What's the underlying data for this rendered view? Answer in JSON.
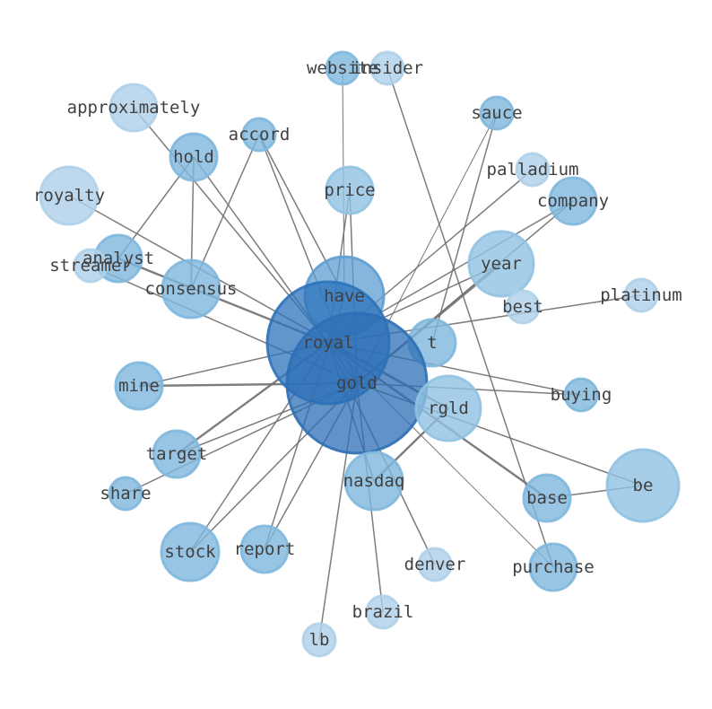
{
  "graph": {
    "nodes": [
      {
        "id": "website",
        "label": "website",
        "weight": 1,
        "color": "#7fb7dd"
      },
      {
        "id": "insider",
        "label": "insider",
        "weight": 1,
        "color": "#aed0e8"
      },
      {
        "id": "approximately",
        "label": "approximately",
        "weight": 2,
        "color": "#aed0e8"
      },
      {
        "id": "sauce",
        "label": "sauce",
        "weight": 1,
        "color": "#7fb7dd"
      },
      {
        "id": "accord",
        "label": "accord",
        "weight": 1,
        "color": "#7fb7dd"
      },
      {
        "id": "hold",
        "label": "hold",
        "weight": 2,
        "color": "#7fb7dd"
      },
      {
        "id": "palladium",
        "label": "palladium",
        "weight": 1,
        "color": "#aed0e8"
      },
      {
        "id": "royalty",
        "label": "royalty",
        "weight": 3,
        "color": "#aed0e8"
      },
      {
        "id": "price",
        "label": "price",
        "weight": 2,
        "color": "#91c2e2"
      },
      {
        "id": "company",
        "label": "company",
        "weight": 2,
        "color": "#7fb7dd"
      },
      {
        "id": "analyst",
        "label": "analyst",
        "weight": 2,
        "color": "#7fb7dd"
      },
      {
        "id": "streamer",
        "label": "streamer",
        "weight": 1,
        "color": "#aed0e8"
      },
      {
        "id": "year",
        "label": "year",
        "weight": 4,
        "color": "#91c2e2"
      },
      {
        "id": "consensus",
        "label": "consensus",
        "weight": 3,
        "color": "#7fb7dd"
      },
      {
        "id": "have",
        "label": "have",
        "weight": 6,
        "color": "#5d9ed1"
      },
      {
        "id": "platinum",
        "label": "platinum",
        "weight": 1,
        "color": "#aed0e8"
      },
      {
        "id": "best",
        "label": "best",
        "weight": 1,
        "color": "#aed0e8"
      },
      {
        "id": "royal",
        "label": "royal",
        "weight": 10,
        "color": "#2c73bb"
      },
      {
        "id": "t",
        "label": "t",
        "weight": 2,
        "color": "#7fb7dd"
      },
      {
        "id": "mine",
        "label": "mine",
        "weight": 2,
        "color": "#7fb7dd"
      },
      {
        "id": "gold",
        "label": "gold",
        "weight": 12,
        "color": "#2c6fb5"
      },
      {
        "id": "buying",
        "label": "buying",
        "weight": 1,
        "color": "#7fb7dd"
      },
      {
        "id": "rgld",
        "label": "rgld",
        "weight": 4,
        "color": "#91c2e2"
      },
      {
        "id": "be",
        "label": "be",
        "weight": 5,
        "color": "#91c2e2"
      },
      {
        "id": "target",
        "label": "target",
        "weight": 2,
        "color": "#7fb7dd"
      },
      {
        "id": "nasdaq",
        "label": "nasdaq",
        "weight": 3,
        "color": "#7fb7dd"
      },
      {
        "id": "share",
        "label": "share",
        "weight": 1,
        "color": "#7fb7dd"
      },
      {
        "id": "base",
        "label": "base",
        "weight": 2,
        "color": "#7fb7dd"
      },
      {
        "id": "stock",
        "label": "stock",
        "weight": 3,
        "color": "#7fb7dd"
      },
      {
        "id": "report",
        "label": "report",
        "weight": 2,
        "color": "#7fb7dd"
      },
      {
        "id": "denver",
        "label": "denver",
        "weight": 1,
        "color": "#aed0e8"
      },
      {
        "id": "purchase",
        "label": "purchase",
        "weight": 2,
        "color": "#7fb7dd"
      },
      {
        "id": "brazil",
        "label": "brazil",
        "weight": 1,
        "color": "#aed0e8"
      },
      {
        "id": "lb",
        "label": "lb",
        "weight": 1,
        "color": "#aed0e8"
      }
    ],
    "edges": [
      {
        "source": "approximately",
        "target": "royal",
        "weight": 1
      },
      {
        "source": "royalty",
        "target": "rgld",
        "weight": 1
      },
      {
        "source": "hold",
        "target": "consensus",
        "weight": 1
      },
      {
        "source": "hold",
        "target": "analyst",
        "weight": 1
      },
      {
        "source": "hold",
        "target": "gold",
        "weight": 1
      },
      {
        "source": "accord",
        "target": "gold",
        "weight": 1
      },
      {
        "source": "accord",
        "target": "have",
        "weight": 1
      },
      {
        "source": "website",
        "target": "have",
        "weight": 0.5
      },
      {
        "source": "insider",
        "target": "purchase",
        "weight": 1
      },
      {
        "source": "sauce",
        "target": "gold",
        "weight": 0.5
      },
      {
        "source": "sauce",
        "target": "t",
        "weight": 1
      },
      {
        "source": "palladium",
        "target": "royal",
        "weight": 1
      },
      {
        "source": "price",
        "target": "gold",
        "weight": 1
      },
      {
        "source": "price",
        "target": "royal",
        "weight": 1
      },
      {
        "source": "company",
        "target": "royal",
        "weight": 1
      },
      {
        "source": "company",
        "target": "gold",
        "weight": 1
      },
      {
        "source": "consensus",
        "target": "accord",
        "weight": 1
      },
      {
        "source": "year",
        "target": "gold",
        "weight": 2
      },
      {
        "source": "year",
        "target": "royal",
        "weight": 1
      },
      {
        "source": "analyst",
        "target": "royal",
        "weight": 2
      },
      {
        "source": "streamer",
        "target": "gold",
        "weight": 1
      },
      {
        "source": "platinum",
        "target": "royal",
        "weight": 1
      },
      {
        "source": "mine",
        "target": "royal",
        "weight": 1
      },
      {
        "source": "mine",
        "target": "gold",
        "weight": 2
      },
      {
        "source": "gold",
        "target": "buying",
        "weight": 1
      },
      {
        "source": "royal",
        "target": "buying",
        "weight": 1
      },
      {
        "source": "royal",
        "target": "rgld",
        "weight": 2
      },
      {
        "source": "gold",
        "target": "be",
        "weight": 1
      },
      {
        "source": "base",
        "target": "be",
        "weight": 1
      },
      {
        "source": "royal",
        "target": "base",
        "weight": 2
      },
      {
        "source": "rgld",
        "target": "nasdaq",
        "weight": 2
      },
      {
        "source": "royal",
        "target": "purchase",
        "weight": 0.5
      },
      {
        "source": "royal",
        "target": "target",
        "weight": 2
      },
      {
        "source": "gold",
        "target": "target",
        "weight": 1
      },
      {
        "source": "gold",
        "target": "share",
        "weight": 1
      },
      {
        "source": "royal",
        "target": "stock",
        "weight": 1
      },
      {
        "source": "gold",
        "target": "report",
        "weight": 1
      },
      {
        "source": "have",
        "target": "report",
        "weight": 1
      },
      {
        "source": "royal",
        "target": "denver",
        "weight": 1
      },
      {
        "source": "gold",
        "target": "brazil",
        "weight": 1
      },
      {
        "source": "gold",
        "target": "lb",
        "weight": 1
      },
      {
        "source": "royal",
        "target": "nasdaq",
        "weight": 1
      },
      {
        "source": "gold",
        "target": "stock",
        "weight": 1
      }
    ]
  }
}
